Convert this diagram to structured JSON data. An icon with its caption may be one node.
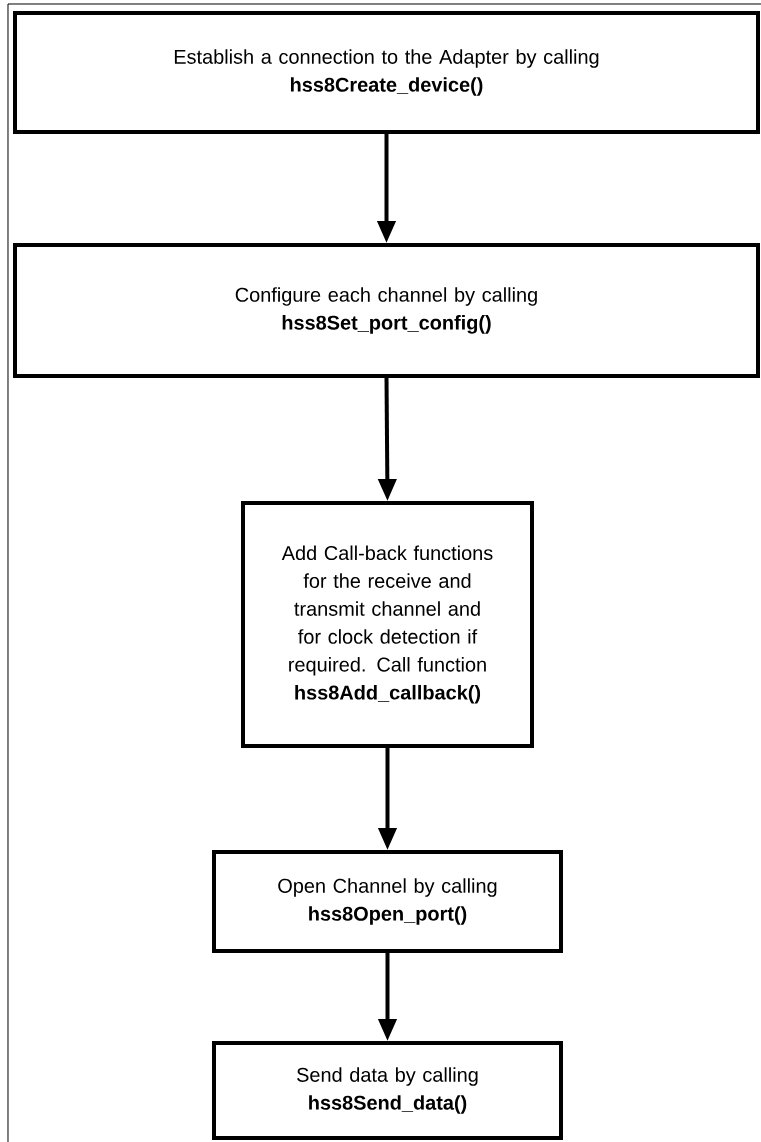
{
  "diagram": {
    "nodes": [
      {
        "text": [
          "Establish a connection to the Adapter by calling",
          "hss8Create_device()"
        ]
      },
      {
        "text": [
          "Configure each channel by calling",
          "hss8Set_port_config()"
        ]
      },
      {
        "text": [
          "Add Call-back functions for the receive and transmit channel and for clock detection if required. Call function",
          "hss8Add_callback()"
        ]
      },
      {
        "text": [
          "Open Channel by calling",
          "hss8Open_port()"
        ]
      },
      {
        "text": [
          "Send data by calling",
          "hss8Send_data()"
        ]
      }
    ],
    "edges": [
      {
        "from": 0,
        "to": 1,
        "arrow": "to"
      },
      {
        "from": 1,
        "to": 2,
        "arrow": "to"
      },
      {
        "from": 2,
        "to": 3,
        "arrow": "to"
      },
      {
        "from": 3,
        "to": 4,
        "arrow": "to"
      }
    ]
  }
}
